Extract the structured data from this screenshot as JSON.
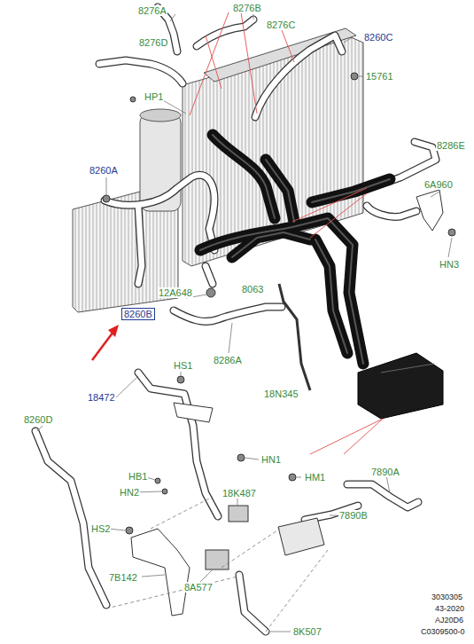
{
  "diagram": {
    "nodes": [
      {
        "text": [
          "8260B"
        ]
      }
    ],
    "labels": [
      "8276A",
      "8276B",
      "8276C",
      "8260C",
      "8276D",
      "15761",
      "HP1",
      "8286E",
      "8260A",
      "6A960",
      "HN3",
      "12A648",
      "8063",
      "8286A",
      "HS1",
      "18N345",
      "18472",
      "HN1",
      "8260D",
      "HB1",
      "HM1",
      "7890A",
      "HN2",
      "18K487",
      "7890B",
      "HS2",
      "7B142",
      "8A577",
      "8K507",
      "3030305",
      "43-2020",
      "AJ20D6",
      "C0309500-0"
    ]
  }
}
